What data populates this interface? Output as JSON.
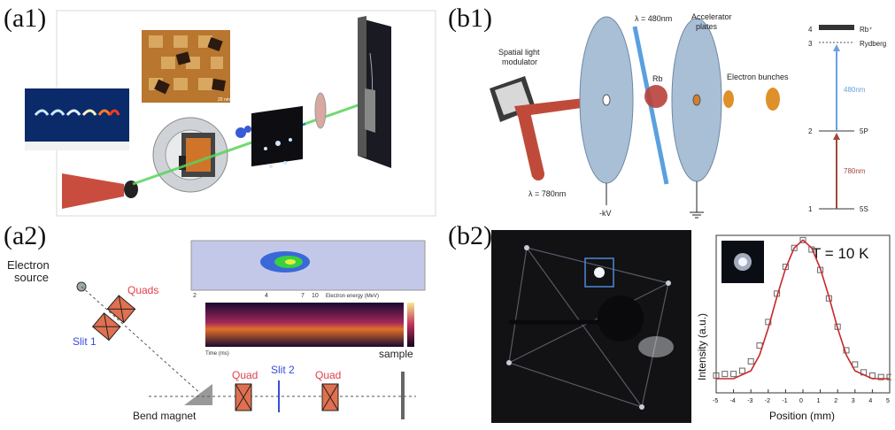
{
  "labels": {
    "a1": "(a1)",
    "b1": "(b1)",
    "a2": "(a2)",
    "b2": "(b2)"
  },
  "a1": {
    "tag_100nm": "20 nm"
  },
  "b1": {
    "slm": "Spatial light\nmodulator",
    "lambda_blue": "λ = 480nm",
    "lambda_red": "λ = 780nm",
    "accelerator": "Accelerator\nplates",
    "rb": "Rb",
    "bunches": "Electron bunches",
    "kv": "-kV",
    "levels": [
      {
        "n": "4",
        "name": "Rb⁺"
      },
      {
        "n": "3",
        "name": "Rydberg"
      },
      {
        "n": "2",
        "name": "5P"
      },
      {
        "n": "1",
        "name": "5S"
      }
    ],
    "nm480": "480nm",
    "nm780": "780nm"
  },
  "a2": {
    "electron_source": "Electron\nsource",
    "quads": "Quads",
    "slit1": "Slit 1",
    "quad_left": "Quad",
    "slit2": "Slit 2",
    "quad_right": "Quad",
    "sample": "sample",
    "bend_magnet": "Bend magnet",
    "energy_ticks": [
      "2",
      "4",
      "7",
      "10"
    ],
    "energy_axis": "Electron energy (MeV)",
    "time_axis": "Time (ms)"
  },
  "b2": {
    "temperature": "T = 10 K",
    "ylabel": "Intensity (a.u.)",
    "xlabel": "Position (mm)",
    "xticks": [
      "-5",
      "-4",
      "-3",
      "-2",
      "-1",
      "0",
      "1",
      "2",
      "3",
      "4",
      "5"
    ]
  },
  "chart_data": {
    "type": "scatter",
    "title": "T = 10 K",
    "xlabel": "Position (mm)",
    "ylabel": "Intensity (a.u.)",
    "xlim": [
      -5,
      5
    ],
    "ylim": [
      0,
      1
    ],
    "series": [
      {
        "x": [
          -5,
          -4.5,
          -4,
          -3.5,
          -3,
          -2.5,
          -2,
          -1.5,
          -1,
          -0.5,
          0,
          0.5,
          1,
          1.5,
          2,
          2.5,
          3,
          3.5,
          4,
          4.5,
          5
        ],
        "values": [
          0.11,
          0.12,
          0.12,
          0.14,
          0.2,
          0.3,
          0.45,
          0.63,
          0.8,
          0.92,
          0.97,
          0.91,
          0.78,
          0.6,
          0.42,
          0.27,
          0.18,
          0.13,
          0.11,
          0.1,
          0.1
        ]
      },
      {
        "x": [
          -5,
          -4,
          -3,
          -2.5,
          -2,
          -1.5,
          -1,
          -0.5,
          0,
          0.5,
          1,
          1.5,
          2,
          2.5,
          3,
          4,
          5
        ],
        "values": [
          0.09,
          0.09,
          0.14,
          0.24,
          0.41,
          0.61,
          0.79,
          0.92,
          0.97,
          0.92,
          0.79,
          0.61,
          0.41,
          0.24,
          0.14,
          0.09,
          0.09
        ]
      }
    ]
  }
}
